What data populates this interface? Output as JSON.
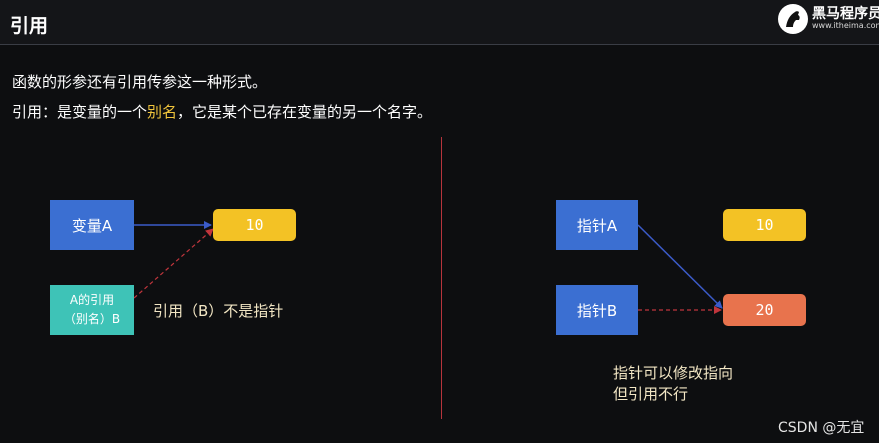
{
  "header": {
    "title": "引用"
  },
  "logo": {
    "name": "黑马程序员",
    "url": "www.itheima.com"
  },
  "intro": {
    "line1": "函数的形参还有引用传参这一种形式。",
    "line2_before": "引用：是变量的一个",
    "line2_highlight": "别名",
    "line2_after": "，它是某个已存在变量的另一个名字。"
  },
  "left_diagram": {
    "variable_box": "变量A",
    "value": "10",
    "reference_box_line1": "A的引用",
    "reference_box_line2": "（别名）B",
    "note": "引用（B）不是指针"
  },
  "right_diagram": {
    "pointer_a": "指针A",
    "pointer_b": "指针B",
    "value_a": "10",
    "value_b": "20",
    "note_line1": "指针可以修改指向",
    "note_line2": "但引用不行"
  },
  "colors": {
    "blue_box": "#3b6fd2",
    "teal_box": "#3ec3b7",
    "yellow_value": "#f3c225",
    "orange_value": "#e8734d",
    "arrow": "#3b5bc9",
    "dashed_arrow": "#c0353c",
    "highlight": "#f0c43c"
  },
  "watermark": "CSDN @无宜"
}
